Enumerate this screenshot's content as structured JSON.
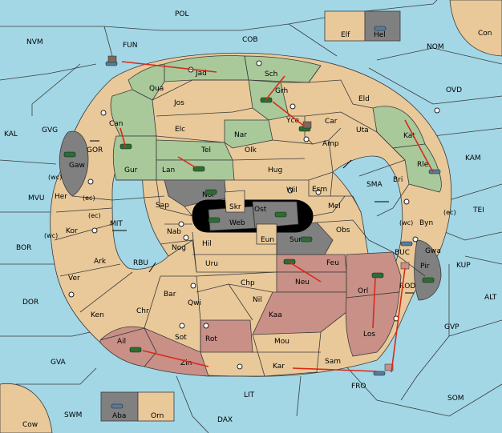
{
  "colors": {
    "sea": "#a3d7e6",
    "land": "#e9c99a",
    "green": "#a9c99a",
    "red": "#c99088",
    "gray": "#808080",
    "order": "#d92a1a",
    "border": "#3a3a3a"
  },
  "labels": {
    "POL": "POL",
    "NVM": "NVM",
    "FUN": "FUN",
    "COB": "COB",
    "NOM": "NOM",
    "Con": "Con",
    "Elf": "Elf",
    "Hel": "Hel",
    "OVD": "OVD",
    "KAL": "KAL",
    "GVG": "GVG",
    "GOR": "GOR",
    "Gaw": "Gaw",
    "wc1": "(wc)",
    "Her": "Her",
    "ec1": "(ec)",
    "MVU": "MVU",
    "ec2": "(ec)",
    "MIT": "MIT",
    "Kor": "Kor",
    "wc2": "(wc)",
    "BOR": "BOR",
    "RBU": "RBU",
    "Ark": "Ark",
    "Ver": "Ver",
    "DOR": "DOR",
    "Ken": "Ken",
    "Chr": "Chr",
    "Ail": "Ail",
    "GVA": "GVA",
    "SWM": "SWM",
    "Cow": "Cow",
    "Aba": "Aba",
    "Orn": "Orn",
    "DAX": "DAX",
    "LIT": "LIT",
    "Zin": "Zin",
    "Sot": "Sot",
    "Rot": "Rot",
    "Mou": "Mou",
    "Kar": "Kar",
    "Sam": "Sam",
    "FRO": "FRO",
    "SOM": "SOM",
    "GVP": "GVP",
    "ALT": "ALT",
    "KUP": "KUP",
    "TEI": "TEI",
    "KAM": "KAM",
    "Jad": "Jad",
    "Sch": "Sch",
    "Qua": "Qua",
    "Jos": "Jos",
    "Grh": "Grh",
    "Yce": "Yce",
    "Can": "Can",
    "Elc": "Elc",
    "Nar": "Nar",
    "Car": "Car",
    "Eld": "Eld",
    "Uta": "Uta",
    "Kat": "Kat",
    "Amp": "Amp",
    "Olk": "Olk",
    "Tel": "Tel",
    "Gur": "Gur",
    "Lan": "Lan",
    "Hug": "Hug",
    "Rle": "Rle",
    "Bri": "Bri",
    "SMA": "SMA",
    "Esm": "Esm",
    "Wil": "Wil",
    "Nor": "Nor",
    "Skr": "Skr",
    "Ost": "Ost",
    "Web": "Web",
    "Sap": "Sap",
    "Mel": "Mel",
    "wc3": "(wc)",
    "Byn": "Byn",
    "ec3": "(ec)",
    "Eun": "Eun",
    "Sun": "Sun",
    "Obs": "Obs",
    "Nab": "Nab",
    "Nog": "Nog",
    "Hil": "Hil",
    "Uru": "Uru",
    "Feu": "Feu",
    "BUC": "BUC",
    "Gwa": "Gwa",
    "Pir": "Pir",
    "Neu": "Neu",
    "Chp": "Chp",
    "Orl": "Orl",
    "ROD": "ROD",
    "Bar": "Bar",
    "Qwi": "Qwi",
    "Nil": "Nil",
    "Kaa": "Kaa",
    "Los": "Los"
  }
}
